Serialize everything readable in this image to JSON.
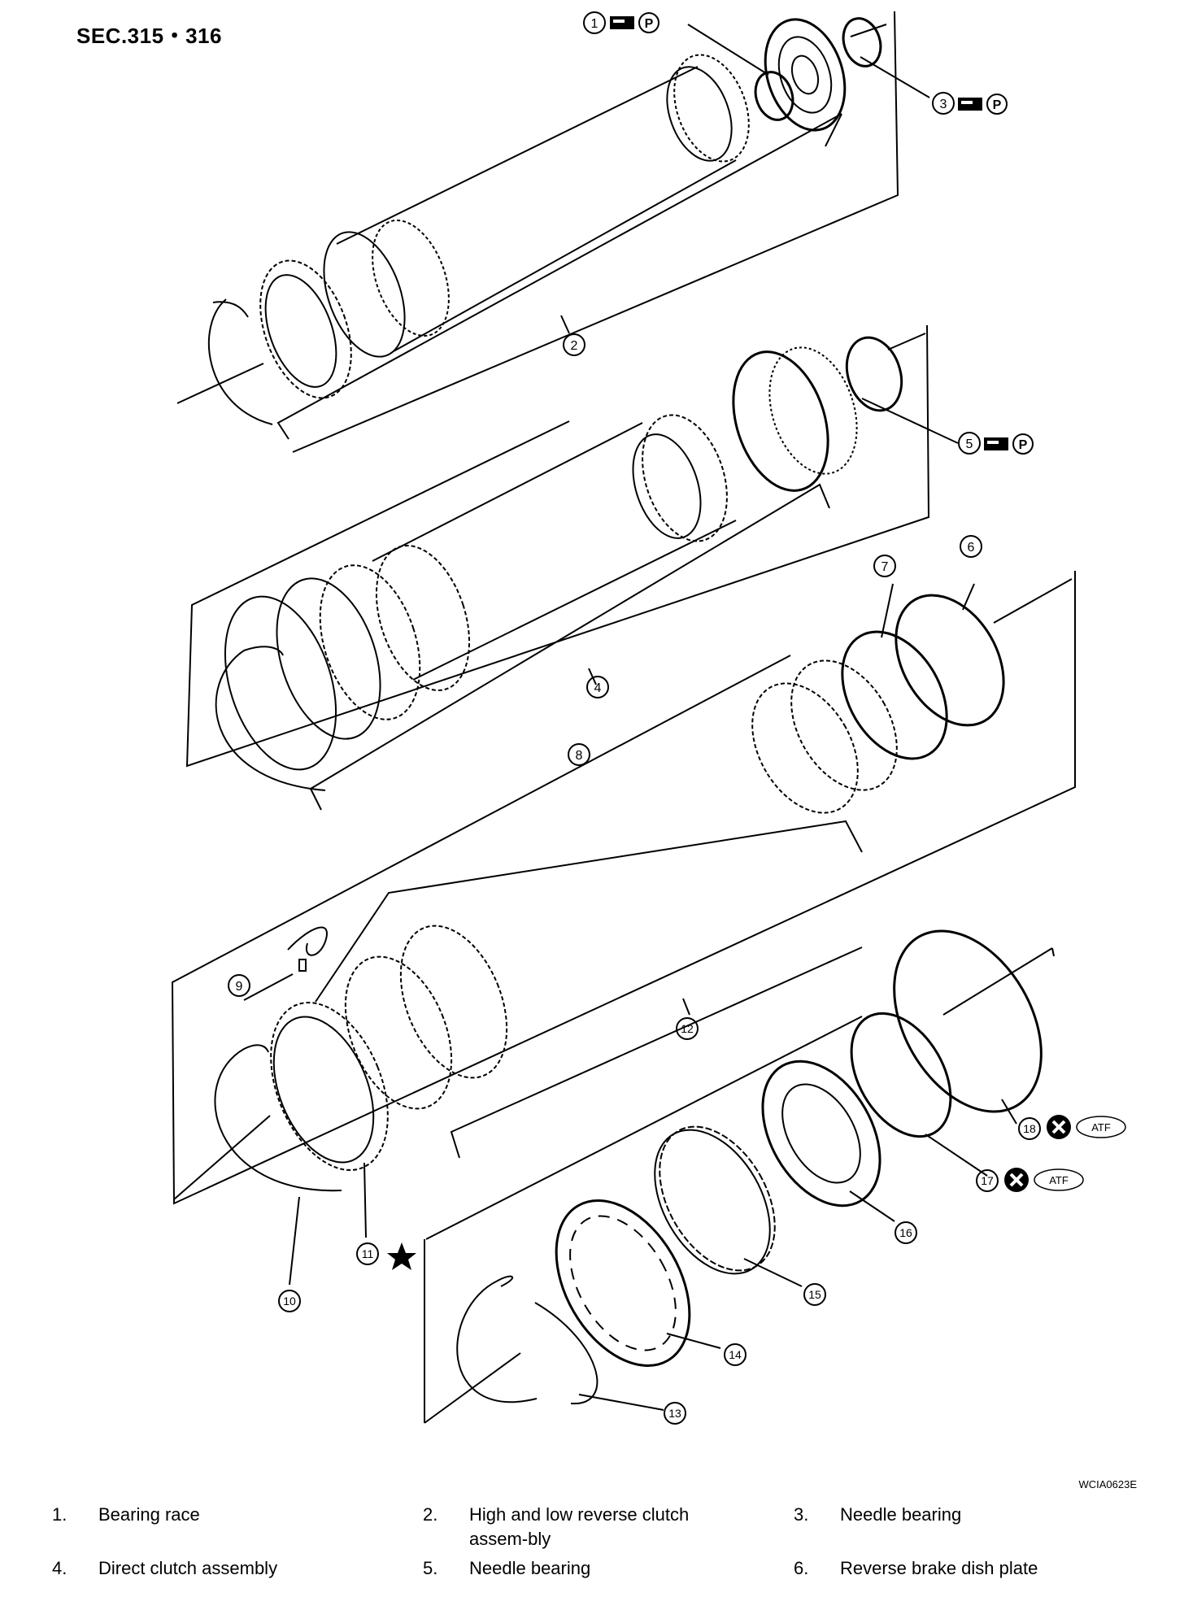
{
  "section_title": "SEC.315・316",
  "reference_code": "WCIA0623E",
  "callouts": [
    "1",
    "2",
    "3",
    "4",
    "5",
    "6",
    "7",
    "8",
    "9",
    "10",
    "11",
    "12",
    "13",
    "14",
    "15",
    "16",
    "17",
    "18"
  ],
  "symbols": {
    "lubricate_label": "P",
    "atf_label": "ATF",
    "petroleum_jelly_icon": "grease-gun-icon",
    "replace_icon": "x-circle-icon",
    "adjust_icon": "star-icon"
  },
  "legend": [
    [
      {
        "num": "1.",
        "text": "Bearing race"
      },
      {
        "num": "2.",
        "text": "High and low reverse clutch assem-bly"
      },
      {
        "num": "3.",
        "text": "Needle bearing"
      }
    ],
    [
      {
        "num": "4.",
        "text": "Direct clutch assembly"
      },
      {
        "num": "5.",
        "text": "Needle bearing"
      },
      {
        "num": "6.",
        "text": "Reverse brake dish plate"
      }
    ]
  ]
}
